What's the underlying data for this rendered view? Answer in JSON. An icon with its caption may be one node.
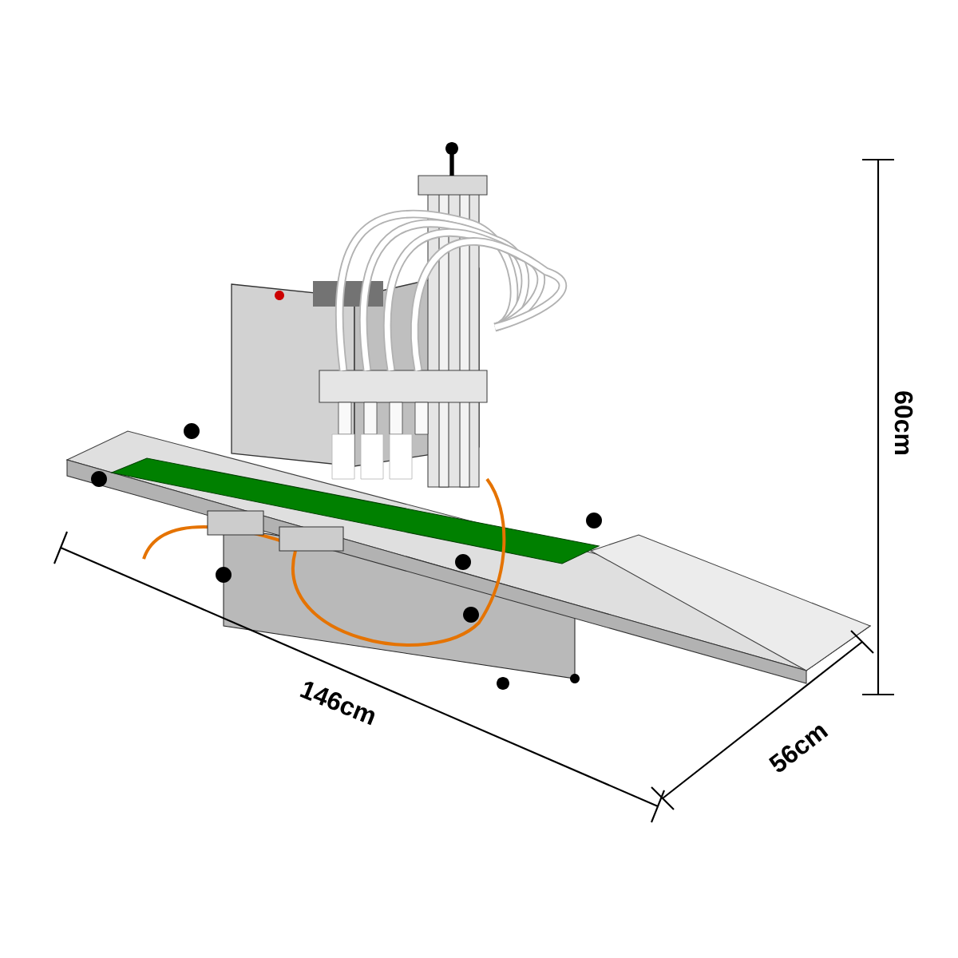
{
  "diagram": {
    "labels": [
      "60cm",
      "146cm",
      "56cm"
    ]
  }
}
